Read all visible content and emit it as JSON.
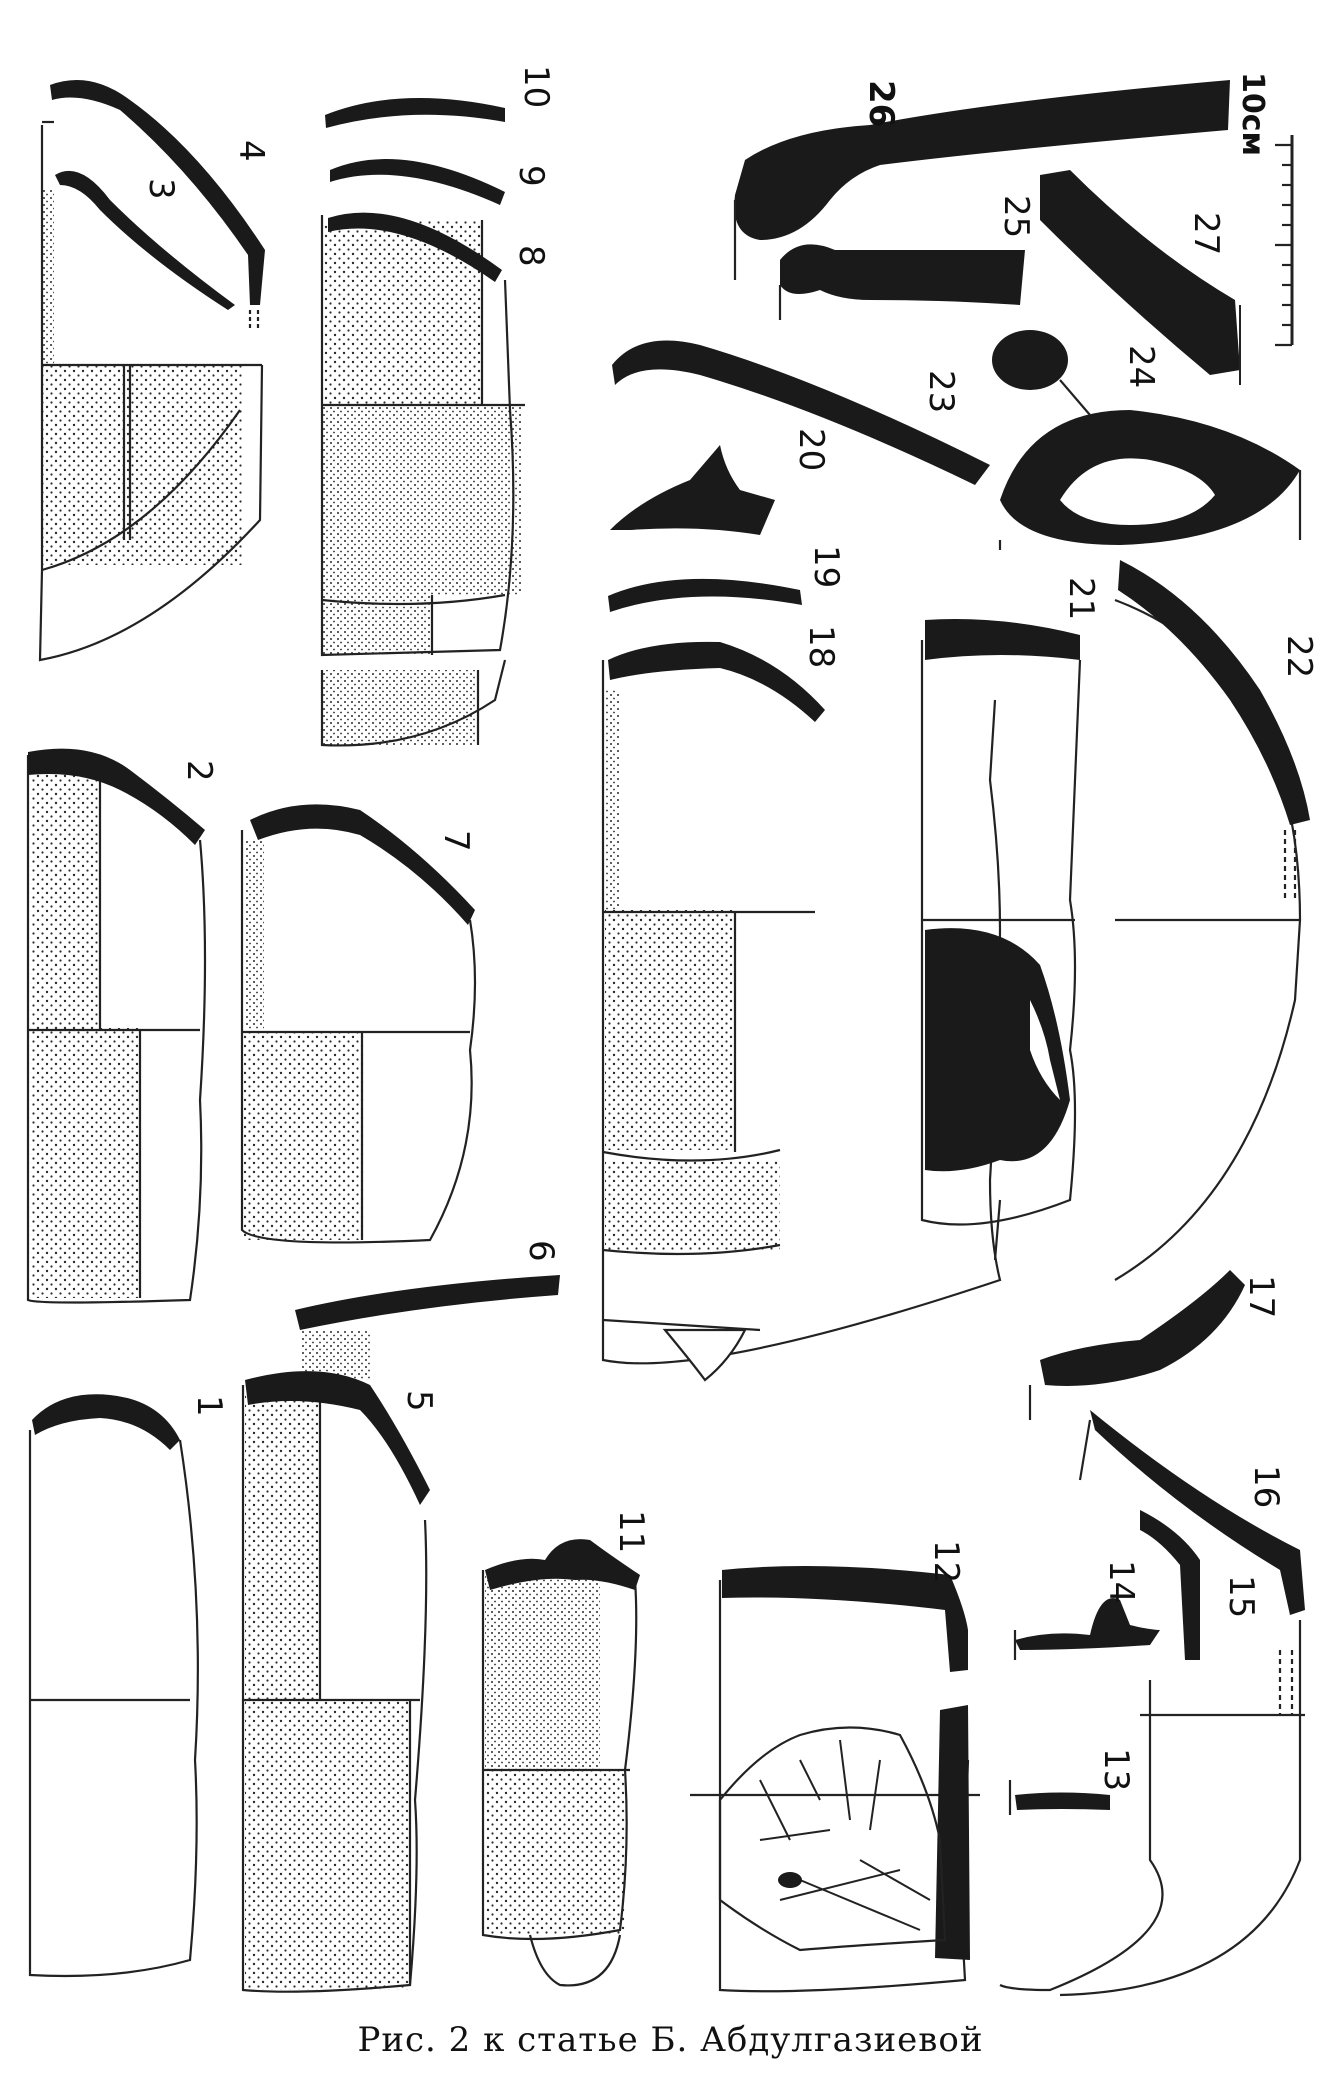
{
  "caption": "Рис. 2 к статье Б. Абдулгазиевой",
  "scale_label": "10см",
  "fragment_numbers": [
    "1",
    "2",
    "3",
    "4",
    "5",
    "6",
    "7",
    "8",
    "9",
    "10",
    "11",
    "12",
    "13",
    "14",
    "15",
    "16",
    "17",
    "18",
    "19",
    "20",
    "21",
    "22",
    "23",
    "24",
    "25",
    "26",
    "27"
  ],
  "colors": {
    "profile": "#1a1a1a",
    "line": "#222222",
    "stipple": "#2a2a2a",
    "background": "#ffffff"
  }
}
